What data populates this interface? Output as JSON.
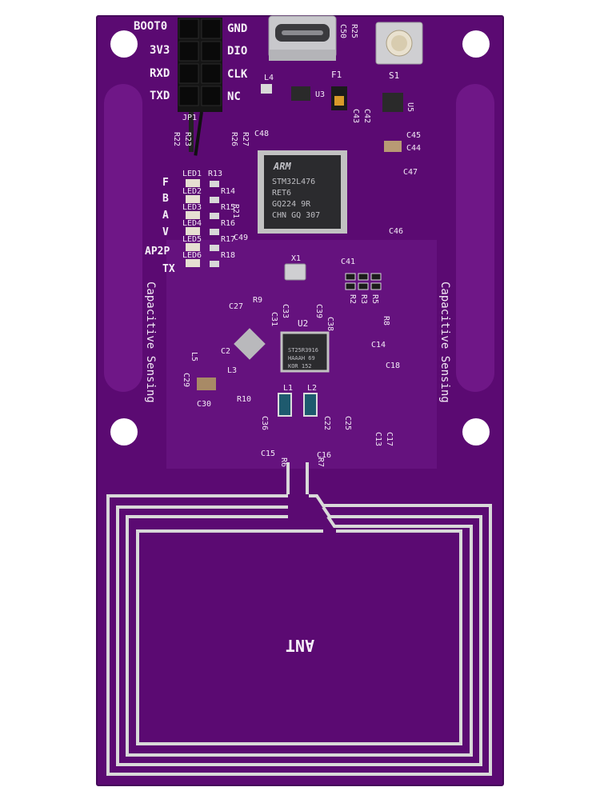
{
  "pin_header": {
    "left_labels": [
      "BOOT0",
      "3V3",
      "RXD",
      "TXD"
    ],
    "right_labels": [
      "GND",
      "DIO",
      "CLK",
      "NC"
    ]
  },
  "led_indicators": {
    "letters": [
      "F",
      "B",
      "A",
      "V",
      "AP2P",
      "TX"
    ],
    "leds": [
      "LED1",
      "LED2",
      "LED3",
      "LED4",
      "LED5",
      "LED6"
    ],
    "resistors": [
      "R13",
      "R14",
      "R15",
      "R16",
      "R17",
      "R18"
    ]
  },
  "capacitive_sensing_label": "Capacitive Sensing",
  "antenna_label": "ANT",
  "mcu": {
    "brand": "ARM",
    "lines": [
      "STM32L476",
      "RET6",
      "GQ224 9R",
      "CHN GQ 307"
    ]
  },
  "nfc_chip": {
    "lines": [
      "ST25R3916",
      "HAAAH 69",
      "KOR 152"
    ]
  },
  "component_labels": {
    "usb": "C50",
    "r25": "R25",
    "s1": "S1",
    "f1": "F1",
    "u3": "U3",
    "u5": "U5",
    "l4": "L4",
    "jp1": "JP1",
    "r22": "R22",
    "r23": "R23",
    "r26": "R26",
    "r27": "R27",
    "c42": "C42",
    "c43": "C43",
    "c45": "C45",
    "c44": "C44",
    "c47": "C47",
    "c48": "C48",
    "c46": "C46",
    "c49": "C49",
    "r21": "R21",
    "x1": "X1",
    "c41": "C41",
    "r10": "R10",
    "r9": "R9",
    "c27": "C27",
    "c31": "C31",
    "c33": "C33",
    "c39": "C39",
    "c38": "C38",
    "u2": "U2",
    "r2": "R2",
    "r3": "R3",
    "r5": "R5",
    "r8": "R8",
    "c14": "C14",
    "c18": "C18",
    "c2": "C2",
    "l3": "L3",
    "l5": "L5",
    "c29": "C29",
    "c30": "C30",
    "l1": "L1",
    "l2": "L2",
    "c36": "C36",
    "c22": "C22",
    "c25": "C25",
    "c13": "C13",
    "c17": "C17",
    "c15": "C15",
    "c16": "C16",
    "r6": "R6",
    "r7": "R7"
  },
  "colors": {
    "board": "#5b0a72",
    "board_shadow": "#3d0450",
    "pad_area": "#6e1a86",
    "silk": "#f3eaf6",
    "trace": "#d9d9d9",
    "hole": "#ffffff",
    "chip": "#2b2b2e"
  }
}
